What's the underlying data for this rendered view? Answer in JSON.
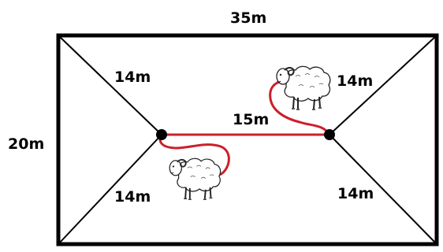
{
  "colors": {
    "border": "#000000",
    "rope": "#cc1f2a",
    "post": "#000000",
    "sheep_outline": "#222222",
    "sheep_body": "#ffffff"
  },
  "labels": {
    "top_side": "35m",
    "left_side": "20m",
    "upper_left_diagonal": "14m",
    "upper_right_diagonal": "14m",
    "middle_segment": "15m",
    "lower_left_diagonal": "14m",
    "lower_right_diagonal": "14m"
  },
  "icons": {
    "sheep_upper": "sheep-icon",
    "sheep_lower": "sheep-icon",
    "post_left": "post-dot",
    "post_right": "post-dot"
  }
}
